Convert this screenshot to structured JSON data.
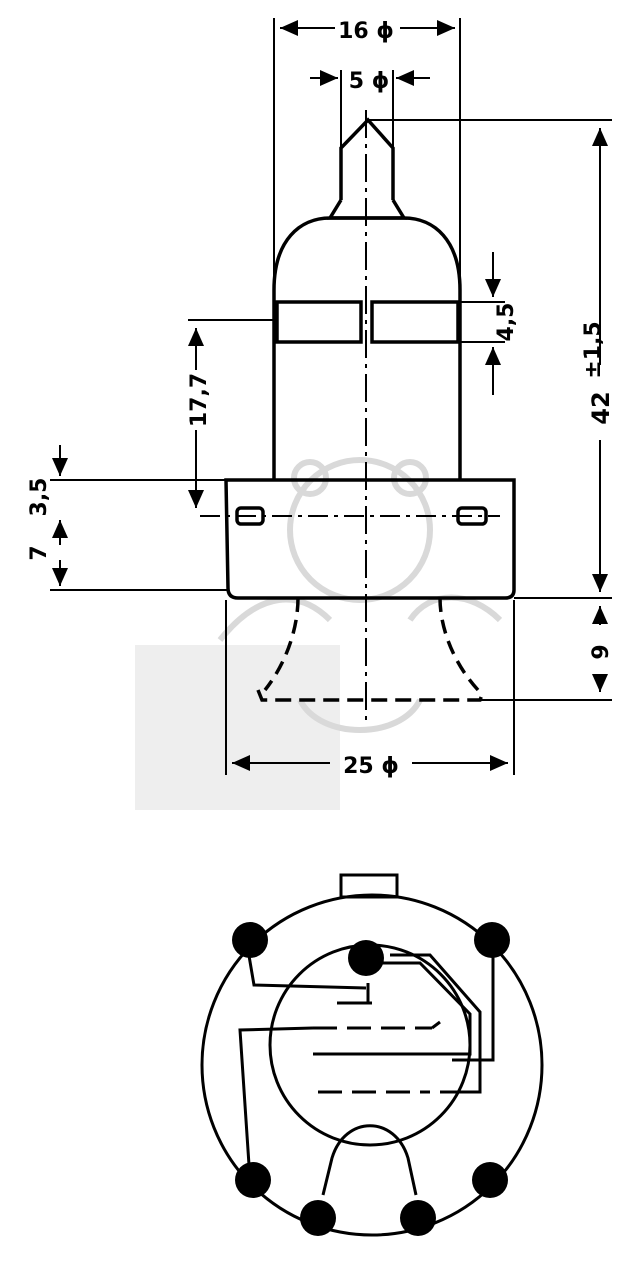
{
  "dimensions": {
    "overall_diameter": "16",
    "tip_diameter": "5",
    "band_height": "4,5",
    "tolerance": "±1,5",
    "total_height": "42",
    "upper_height": "17,7",
    "lug_offset": "3,5",
    "base_height": "7",
    "pin_length": "9",
    "base_diameter": "25"
  },
  "colors": {
    "ink": "#000000",
    "watermark": "#d9d9d9",
    "wash": "#eeeeee"
  }
}
